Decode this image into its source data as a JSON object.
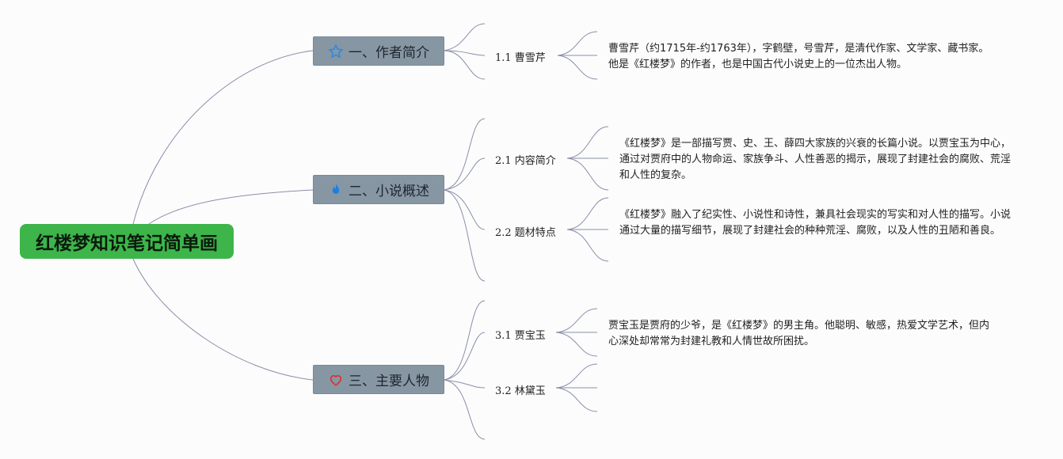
{
  "root": {
    "title": "红楼梦知识笔记简单画"
  },
  "branches": [
    {
      "label": "一、作者简介",
      "icon": "star-icon",
      "icon_color": "#2d8be0",
      "subs": [
        {
          "label": "1.1 曹雪芹",
          "note": "曹雪芹（约1715年-约1763年），字鹤壁，号雪芹，是清代作家、文学家、藏书家。他是《红楼梦》的作者，也是中国古代小说史上的一位杰出人物。"
        }
      ]
    },
    {
      "label": "二、小说概述",
      "icon": "flame-icon",
      "icon_color": "#1d7fe0",
      "subs": [
        {
          "label": "2.1 内容简介",
          "note": "《红楼梦》是一部描写贾、史、王、薛四大家族的兴衰的长篇小说。以贾宝玉为中心，通过对贾府中的人物命运、家族争斗、人性善恶的揭示，展现了封建社会的腐败、荒淫和人性的复杂。"
        },
        {
          "label": "2.2 题材特点",
          "note": "《红楼梦》融入了纪实性、小说性和诗性，兼具社会现实的写实和对人性的描写。小说通过大量的描写细节，展现了封建社会的种种荒淫、腐败，以及人性的丑陋和善良。"
        }
      ]
    },
    {
      "label": "三、主要人物",
      "icon": "heart-icon",
      "icon_color": "#d9322f",
      "subs": [
        {
          "label": "3.1 贾宝玉",
          "note": "贾宝玉是贾府的少爷，是《红楼梦》的男主角。他聪明、敏感，热爱文学艺术，但内心深处却常常为封建礼教和人情世故所困扰。"
        },
        {
          "label": "3.2 林黛玉",
          "note": ""
        }
      ]
    }
  ],
  "colors": {
    "root_bg": "#3db54a",
    "branch_bg": "#8796a3",
    "line": "#8a8fa8"
  }
}
